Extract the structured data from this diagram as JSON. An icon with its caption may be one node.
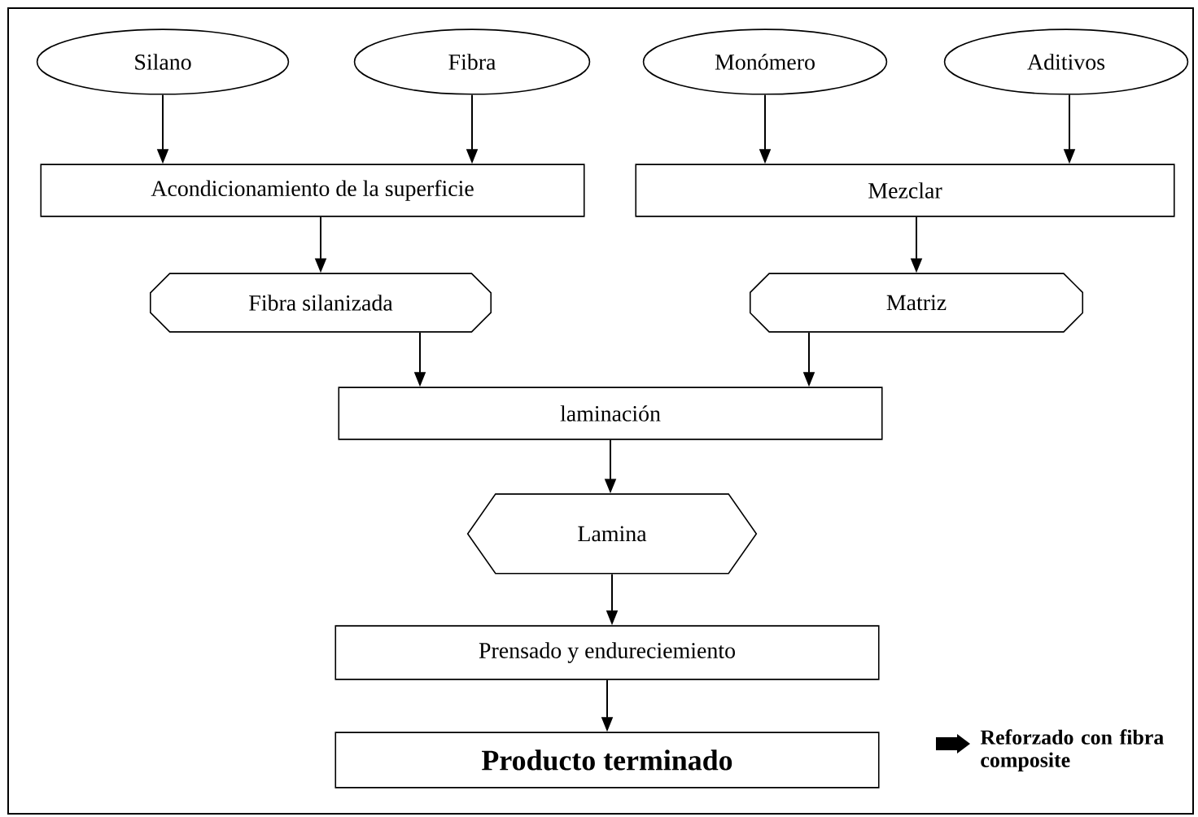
{
  "diagram": {
    "nodes": [
      {
        "text": [
          "Silano"
        ]
      },
      {
        "text": [
          "Fibra"
        ]
      },
      {
        "text": [
          "Monómero"
        ]
      },
      {
        "text": [
          "Aditivos"
        ]
      },
      {
        "text": [
          "Acondicionamiento de la superficie"
        ]
      },
      {
        "text": [
          "Mezclar"
        ]
      },
      {
        "text": [
          "Fibra silanizada"
        ]
      },
      {
        "text": [
          "Matriz"
        ]
      },
      {
        "text": [
          "laminación"
        ]
      },
      {
        "text": [
          "Lamina"
        ]
      },
      {
        "text": [
          "Prensado y endureciemiento"
        ]
      },
      {
        "text": [
          "Producto terminado"
        ]
      }
    ],
    "edges": [
      {
        "from": 0,
        "to": 4,
        "arrow": "to"
      },
      {
        "from": 1,
        "to": 4,
        "arrow": "to"
      },
      {
        "from": 2,
        "to": 5,
        "arrow": "to"
      },
      {
        "from": 3,
        "to": 5,
        "arrow": "to"
      },
      {
        "from": 4,
        "to": 6,
        "arrow": "to"
      },
      {
        "from": 5,
        "to": 7,
        "arrow": "to"
      },
      {
        "from": 6,
        "to": 8,
        "arrow": "to"
      },
      {
        "from": 7,
        "to": 8,
        "arrow": "to"
      },
      {
        "from": 8,
        "to": 9,
        "arrow": "to"
      },
      {
        "from": 9,
        "to": 10,
        "arrow": "to"
      },
      {
        "from": 10,
        "to": 11,
        "arrow": "to"
      }
    ],
    "labels": [
      "Reforzado con fibra composite"
    ]
  }
}
